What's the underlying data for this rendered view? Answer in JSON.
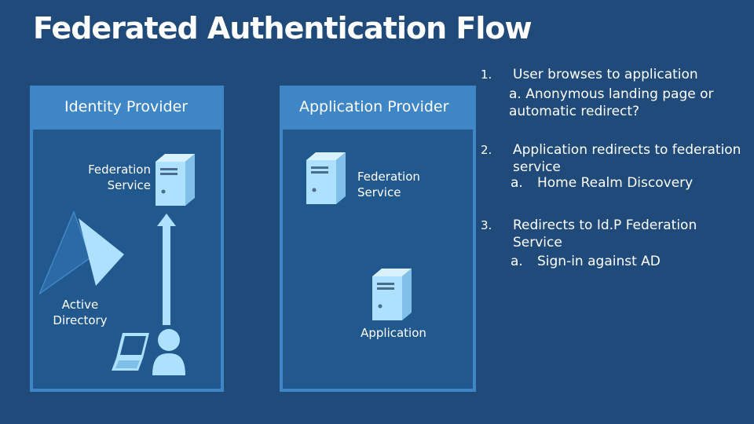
{
  "title": "Federated Authentication Flow",
  "identity_provider": {
    "title": "Identity Provider",
    "federation_service": [
      "Federation",
      "Service"
    ],
    "active_directory": [
      "Active",
      "Directory"
    ]
  },
  "application_provider": {
    "title": "Application Provider",
    "federation_service": [
      "Federation",
      "Service"
    ],
    "application": "Application"
  },
  "steps": [
    {
      "num": "1.",
      "text": "User browses to application",
      "sub": "a. Anonymous landing page or automatic redirect?"
    },
    {
      "num": "2.",
      "text": "Application redirects to federation service",
      "sub_letter": "a.",
      "sub": "Home Realm Discovery"
    },
    {
      "num": "3.",
      "text": "Redirects to Id.P Federation Service",
      "sub_letter": "a.",
      "sub": "Sign-in against AD"
    }
  ],
  "colors": {
    "background": "#1f4a7a",
    "panel_border": "#3f86c6",
    "panel_fill": "#21588d",
    "icon_fill": "#aee0ff"
  }
}
